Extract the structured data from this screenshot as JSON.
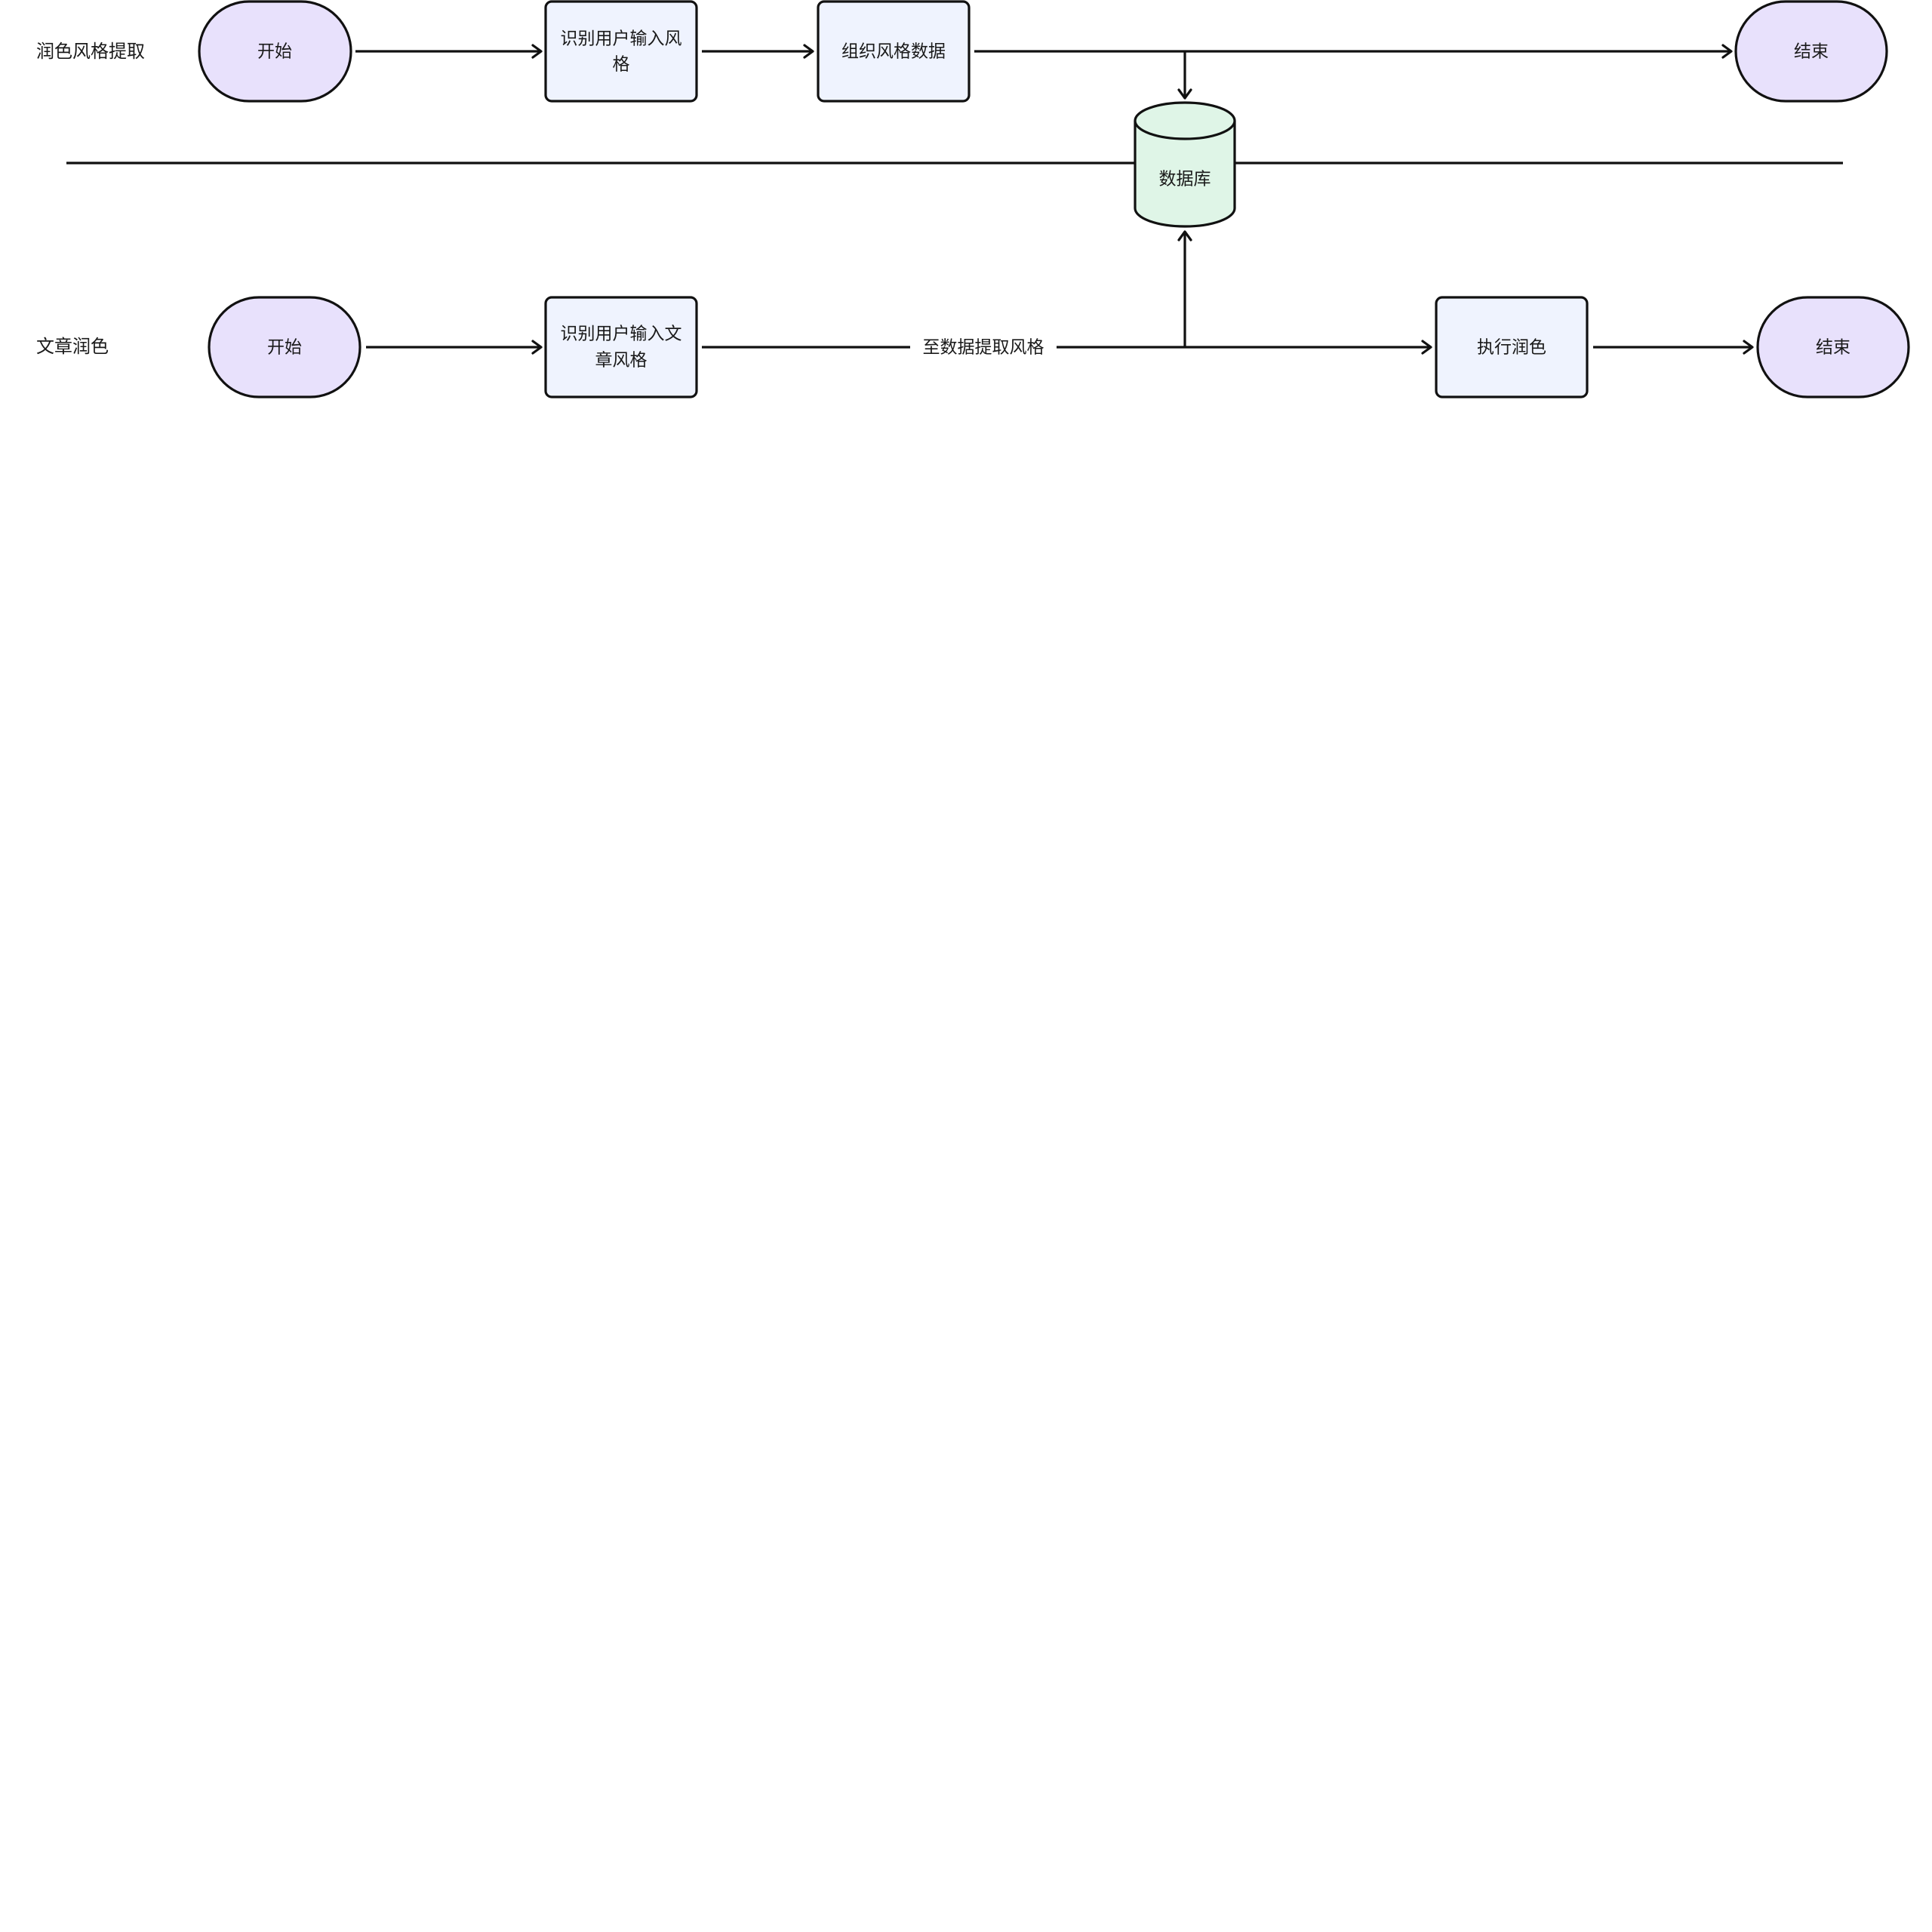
{
  "colors": {
    "terminal_fill": "#e8e1fc",
    "process_fill": "#eff3fe",
    "database_fill": "#dff5e7",
    "stroke": "#111111",
    "text": "#1a1a1a",
    "background": "#ffffff"
  },
  "lanes": [
    {
      "label": "润色风格提取"
    },
    {
      "label": "文章润色"
    }
  ],
  "nodes": {
    "lane1_start": {
      "label": "开始"
    },
    "lane1_identify": {
      "label_line1": "识别用户输入风",
      "label_line2": "格"
    },
    "lane1_organize": {
      "label": "组织风格数据"
    },
    "lane1_end": {
      "label": "结束"
    },
    "database": {
      "label": "数据库"
    },
    "lane2_start": {
      "label": "开始"
    },
    "lane2_identify": {
      "label_line1": "识别用户输入文",
      "label_line2": "章风格"
    },
    "lane2_polish": {
      "label": "执行润色"
    },
    "lane2_end": {
      "label": "结束"
    }
  },
  "edges": {
    "fetch_style": {
      "label": "至数据提取风格"
    }
  }
}
